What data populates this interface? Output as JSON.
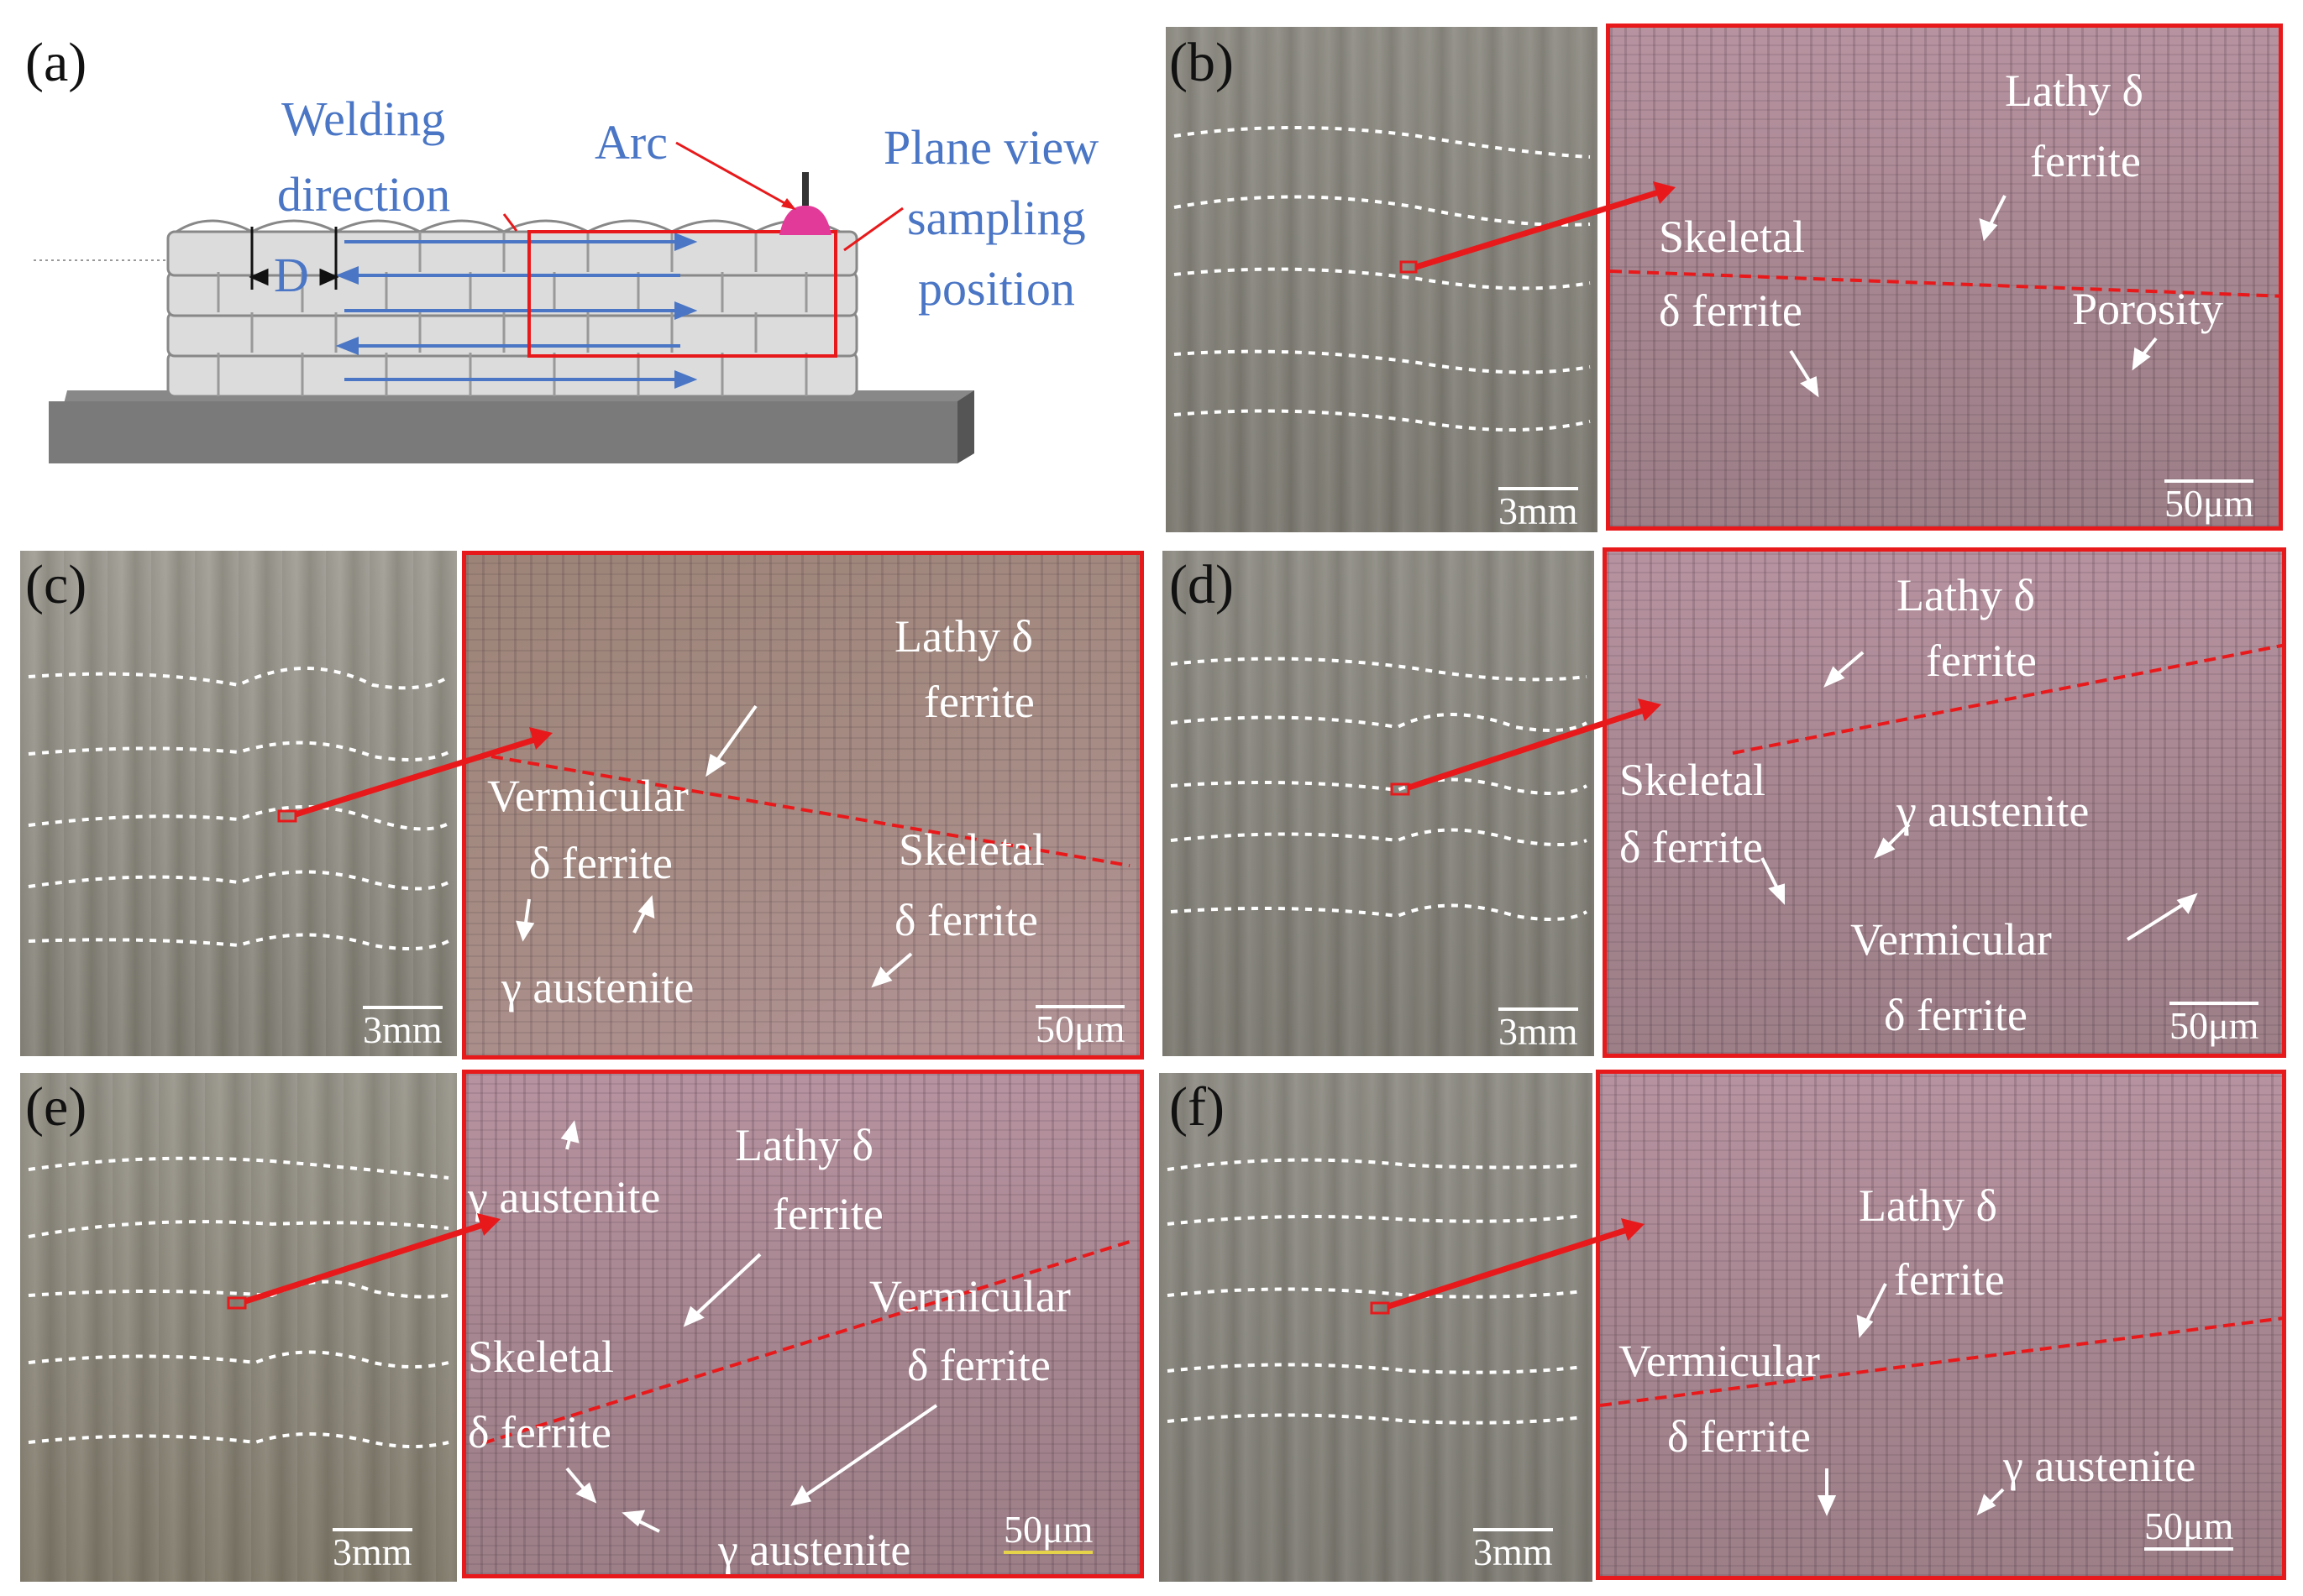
{
  "panels": {
    "a": {
      "letter": "(a)",
      "welding_direction_line1": "Welding",
      "welding_direction_line2": "direction",
      "arc": "Arc",
      "sampling_line1": "Plane view",
      "sampling_line2": "sampling",
      "sampling_line3": "position",
      "dimension": "D"
    },
    "b": {
      "letter": "(b)",
      "macro_scale": "3mm",
      "micro_scale": "50μm",
      "labels": {
        "lathy_1": "Lathy δ",
        "lathy_2": "ferrite",
        "skeletal_1": "Skeletal",
        "skeletal_2": "δ  ferrite",
        "porosity": "Porosity"
      }
    },
    "c": {
      "letter": "(c)",
      "macro_scale": "3mm",
      "micro_scale": "50μm",
      "labels": {
        "lathy_1": "Lathy  δ",
        "lathy_2": "ferrite",
        "vermicular_1": "Vermicular",
        "vermicular_2": "δ  ferrite",
        "gamma": "γ  austenite",
        "skeletal_1": "Skeletal",
        "skeletal_2": "δ  ferrite"
      }
    },
    "d": {
      "letter": "(d)",
      "macro_scale": "3mm",
      "micro_scale": "50μm",
      "labels": {
        "lathy_1": "Lathy  δ",
        "lathy_2": "ferrite",
        "skeletal_1": "Skeletal",
        "skeletal_2": "δ  ferrite",
        "gamma": "γ  austenite",
        "vermicular_1": "Vermicular",
        "vermicular_2": "δ  ferrite"
      }
    },
    "e": {
      "letter": "(e)",
      "macro_scale": "3mm",
      "micro_scale": "50μm",
      "labels": {
        "gamma_top": "γ  austenite",
        "lathy_1": "Lathy  δ",
        "lathy_2": "ferrite",
        "vermicular_1": "Vermicular",
        "vermicular_2": "δ  ferrite",
        "skeletal_1": "Skeletal",
        "skeletal_2": "δ  ferrite",
        "gamma_bottom": "γ  austenite"
      }
    },
    "f": {
      "letter": "(f)",
      "macro_scale": "3mm",
      "micro_scale": "50μm",
      "labels": {
        "lathy_1": "Lathy  δ",
        "lathy_2": "ferrite",
        "vermicular_1": "Vermicular",
        "vermicular_2": "δ  ferrite",
        "gamma": "γ  austenite"
      }
    }
  },
  "colors": {
    "frame_red": "#e8191b",
    "annotation_blue": "#4a76c5",
    "arc_magenta": "#e23a98",
    "layer_boundary": "#ffffff"
  }
}
